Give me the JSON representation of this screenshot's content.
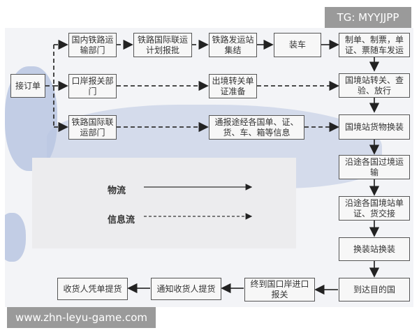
{
  "watermark_top": "TG: MYYJJPP",
  "watermark_bottom": "www.zhn-leyu-game.com",
  "nodes": {
    "start": "接订单",
    "domestic_rail": "国内铁路运输部门",
    "intl_plan": "铁路国际联运计划报批",
    "station_collect": "铁路发运站集结",
    "loading": "装车",
    "docs_dispatch": "制单、制票，单证、票随车发运",
    "port_customs": "口岸报关部门",
    "exit_docs": "出境转关单证准备",
    "border_release": "国境站转关、查验、放行",
    "intl_rail_dept": "铁路国际联运部门",
    "notify_info": "通报途经各国单、证、货、车、箱等信息",
    "border_transship": "国境站货物换装",
    "transit": "沿途各国过境运输",
    "handover": "沿途各国境站单证、货交接",
    "transfer_station": "换装站换装",
    "arrive": "到达目的国",
    "import_customs": "终到国口岸进口报关",
    "notify_consignee": "通知收货人提货",
    "pickup": "收货人凭单提货"
  },
  "legend": {
    "material_flow": "物流",
    "info_flow": "信息流"
  },
  "colors": {
    "box_border": "#555555",
    "map_land": "#b9c6e2",
    "background": "#f3f4f7"
  }
}
